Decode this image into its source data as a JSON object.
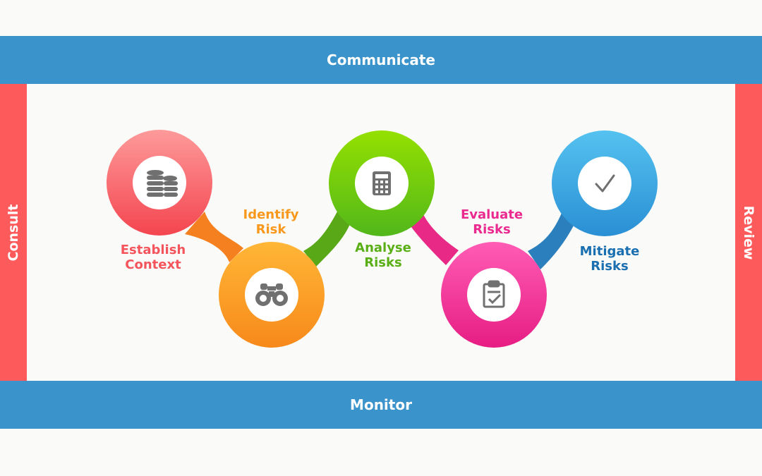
{
  "colors": {
    "band_blue": "#3a93cb",
    "side_red": "#fd5a5b",
    "establish": "#f4545c",
    "identify": "#f8981d",
    "analyse": "#5aae16",
    "evaluate": "#ea2a8e",
    "mitigate": "#1a6fb0",
    "icon_gray": "#707070"
  },
  "frame": {
    "top": "Communicate",
    "bottom": "Monitor",
    "left": "Consult",
    "right": "Review"
  },
  "steps": [
    {
      "id": "establish",
      "lines": [
        "Establish",
        "Context"
      ],
      "icon": "coins-icon",
      "color": "#f4545c"
    },
    {
      "id": "identify",
      "lines": [
        "Identify",
        "Risk"
      ],
      "icon": "binoculars-icon",
      "color": "#f8981d"
    },
    {
      "id": "analyse",
      "lines": [
        "Analyse",
        "Risks"
      ],
      "icon": "calculator-icon",
      "color": "#5aae16"
    },
    {
      "id": "evaluate",
      "lines": [
        "Evaluate",
        "Risks"
      ],
      "icon": "clipboard-check-icon",
      "color": "#ea2a8e"
    },
    {
      "id": "mitigate",
      "lines": [
        "Mitigate",
        "Risks"
      ],
      "icon": "checkmark-icon",
      "color": "#1a6fb0"
    }
  ]
}
